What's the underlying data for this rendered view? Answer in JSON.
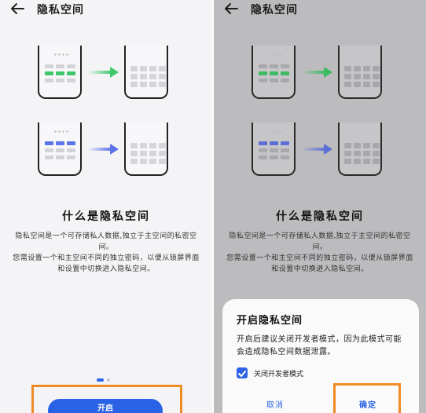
{
  "left_screen": {
    "title": "隐私空间",
    "heading": "什么是隐私空间",
    "description_1": "隐私空间是一个可存储私人数据,独立于主空间的私密空间。",
    "description_2": "您需设置一个和主空间不同的独立密码，以便从锁屏界面和设置中切换进入隐私空间。",
    "open_button": "开启",
    "pager": {
      "current": 1,
      "total": 2
    }
  },
  "right_screen": {
    "title": "隐私空间",
    "heading": "什么是隐私空间",
    "description_1": "隐私空间是一个可存储私人数据,独立于主空间的私密空间。",
    "description_2": "您需设置一个和主空间不同的独立密码，以便从锁屏界面和设置中切换进入隐私空间。"
  },
  "dialog": {
    "title": "开启隐私空间",
    "message": "开启后建议关闭开发者模式，因为此模式可能会造成隐私空间数据泄露。",
    "checkbox_label": "关闭开发者模式",
    "checkbox_checked": true,
    "cancel": "取消",
    "confirm": "确定"
  },
  "colors": {
    "accent": "#2a62e6",
    "highlight": "#f08a24",
    "green": "#3fc86a",
    "blue": "#5d74e8"
  },
  "icons": [
    "back-arrow-icon",
    "right-arrow-icon",
    "check-icon"
  ]
}
